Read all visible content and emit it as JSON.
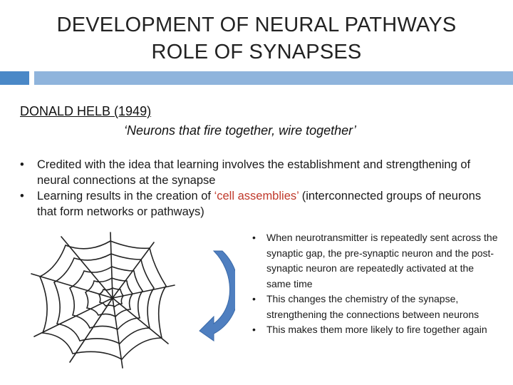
{
  "slide": {
    "title_line1": "DEVELOPMENT OF NEURAL PATHWAYS",
    "title_line2": "ROLE OF SYNAPSES",
    "heading": "DONALD HELB (1949)",
    "quote": "‘Neurons that fire together, wire together’",
    "bullet_glyph": "•",
    "bullets": [
      {
        "text": "Credited with the idea that learning involves the establishment and strengthening of neural connections at the synapse"
      },
      {
        "text_before": "Learning results in the creation of ",
        "highlight": "‘cell assemblies’",
        "text_after": " (interconnected groups of neurons that form networks or pathways)"
      }
    ],
    "side_bullets": [
      "When neurotransmitter is repeatedly sent across the synaptic gap, the pre-synaptic neuron and the post-synaptic neuron are repeatedly activated at the same time",
      "This changes the chemistry of the synapse, strengthening the connections between neurons",
      "This makes them more likely to fire together again"
    ]
  },
  "colors": {
    "accent_square": "#4a88c7",
    "accent_bar": "#8fb4dc",
    "highlight_text": "#c0392b",
    "arrow_fill": "#4f7fc0",
    "web_stroke": "#222222"
  },
  "icons": {
    "web": "spider-web-icon",
    "arrow": "curved-arrow-icon"
  }
}
